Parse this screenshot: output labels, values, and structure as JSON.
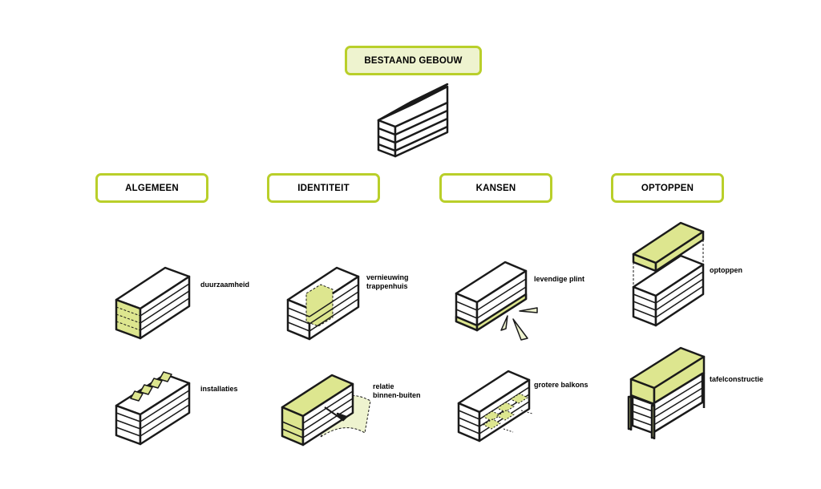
{
  "title": "BESTAAND GEBOUW",
  "categories": [
    {
      "label": "ALGEMEEN",
      "items": [
        "duurzaamheid",
        "installaties"
      ]
    },
    {
      "label": "IDENTITEIT",
      "items": [
        "vernieuwing\ntrappenhuis",
        "relatie\nbinnen-buiten"
      ]
    },
    {
      "label": "KANSEN",
      "items": [
        "levendige plint",
        "grotere balkons"
      ]
    },
    {
      "label": "OPTOPPEN",
      "items": [
        "optoppen",
        "tafelconstructie"
      ]
    }
  ],
  "colors": {
    "accent": "#b9cf2a",
    "fill": "#dde68f",
    "fill_light": "#eef3cf",
    "line": "#1a1a1a"
  }
}
